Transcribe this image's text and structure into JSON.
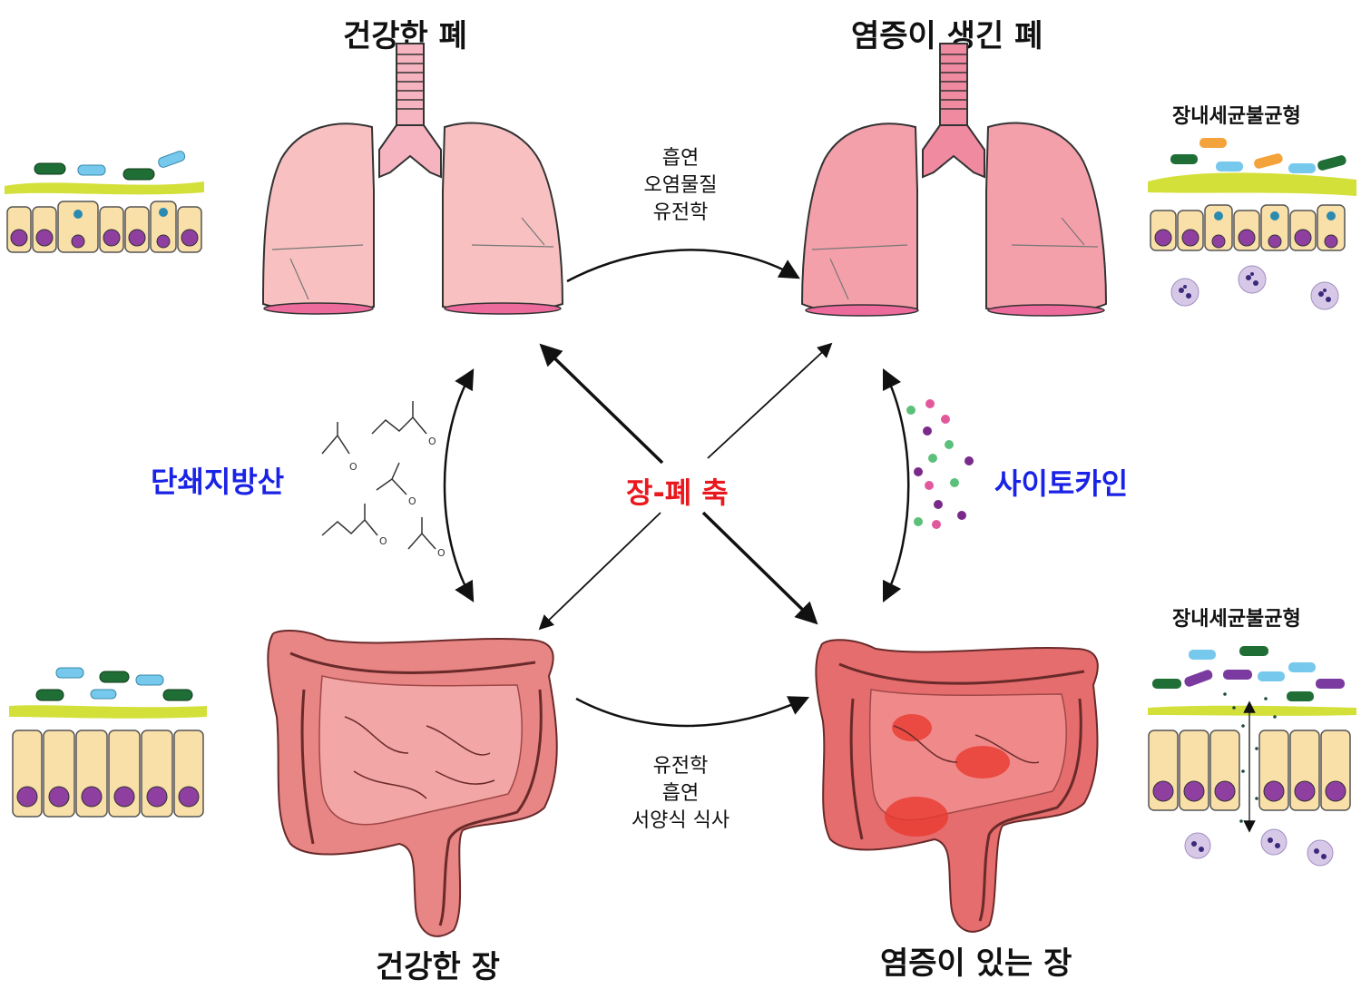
{
  "labels": {
    "healthy_lung": "건강한 폐",
    "inflamed_lung": "염증이 생긴 폐",
    "healthy_gut": "건강한 장",
    "inflamed_gut": "염증이 있는 장",
    "axis": "장-폐 축",
    "scfa": "단쇄지방산",
    "cytokine": "사이토카인",
    "dysbiosis_top": "장내세균불균형",
    "dysbiosis_bottom": "장내세균불균형"
  },
  "lung_factors": [
    "흡연",
    "오염물질",
    "유전학"
  ],
  "gut_factors": [
    "유전학",
    "흡연",
    "서양식 식사"
  ],
  "molecule_labels": [
    "O",
    "O",
    "O",
    "O",
    "O"
  ],
  "colors": {
    "healthy_lung": "#f8c0c0",
    "inflamed_lung": "#f4a0aa",
    "trachea_healthy": "#f6b4c0",
    "trachea_inflamed": "#f08aa0",
    "gut_healthy": "#e88585",
    "gut_inflamed": "#e56d6d",
    "gut_inner_healthy": "#f2a6a6",
    "gut_inner_inflamed": "#f08a8a",
    "cell": "#f9dfa8",
    "nucleus": "#8e3fa0",
    "mucus": "#d4e03a",
    "bacteria_green": "#1f6e36",
    "bacteria_blue": "#76c8ec",
    "bacteria_orange": "#f4a23a",
    "bacteria_purple": "#7a3aa0",
    "axis_red": "#e8181e",
    "label_blue": "#1a22e6"
  }
}
